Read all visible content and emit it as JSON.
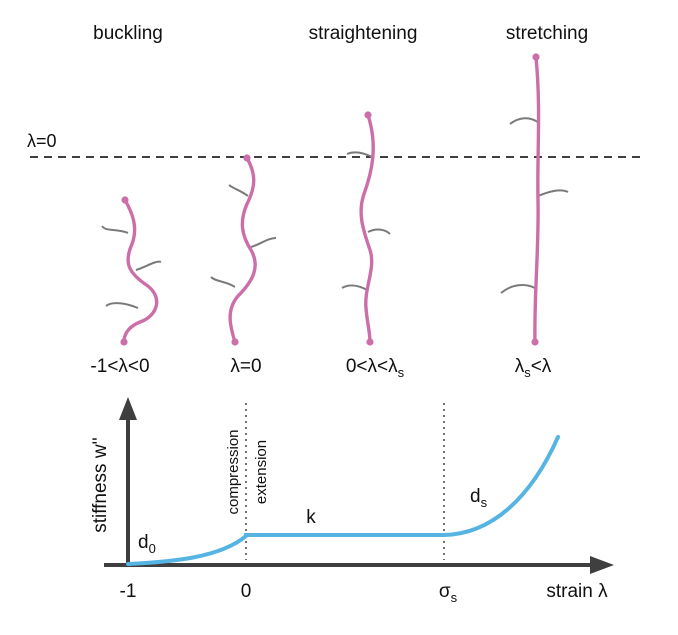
{
  "phases": {
    "buckling": "buckling",
    "straightening": "straightening",
    "stretching": "stretching"
  },
  "reference_line": {
    "label": "λ=0"
  },
  "conditions": {
    "c1": "-1<λ<0",
    "c2": "λ=0",
    "c3_prefix": "0<λ<λ",
    "c3_sub": "s",
    "c4_base": "λ",
    "c4_sub": "s",
    "c4_suffix": "<λ"
  },
  "graph": {
    "y_axis_label": "stiffness w''",
    "x_axis_label": "strain λ",
    "x_ticks": {
      "t1": "-1",
      "t2": "0",
      "t3_base": "σ",
      "t3_sub": "s"
    },
    "region_compression": "compression",
    "region_extension": "extension",
    "d0_base": "d",
    "d0_sub": "0",
    "k_label": "k",
    "ds_base": "d",
    "ds_sub": "s"
  },
  "colors": {
    "fiber": "#cc6fa8",
    "fibril": "#7a7a7a",
    "curve": "#56b4e3",
    "axis": "#3f3f3f"
  }
}
